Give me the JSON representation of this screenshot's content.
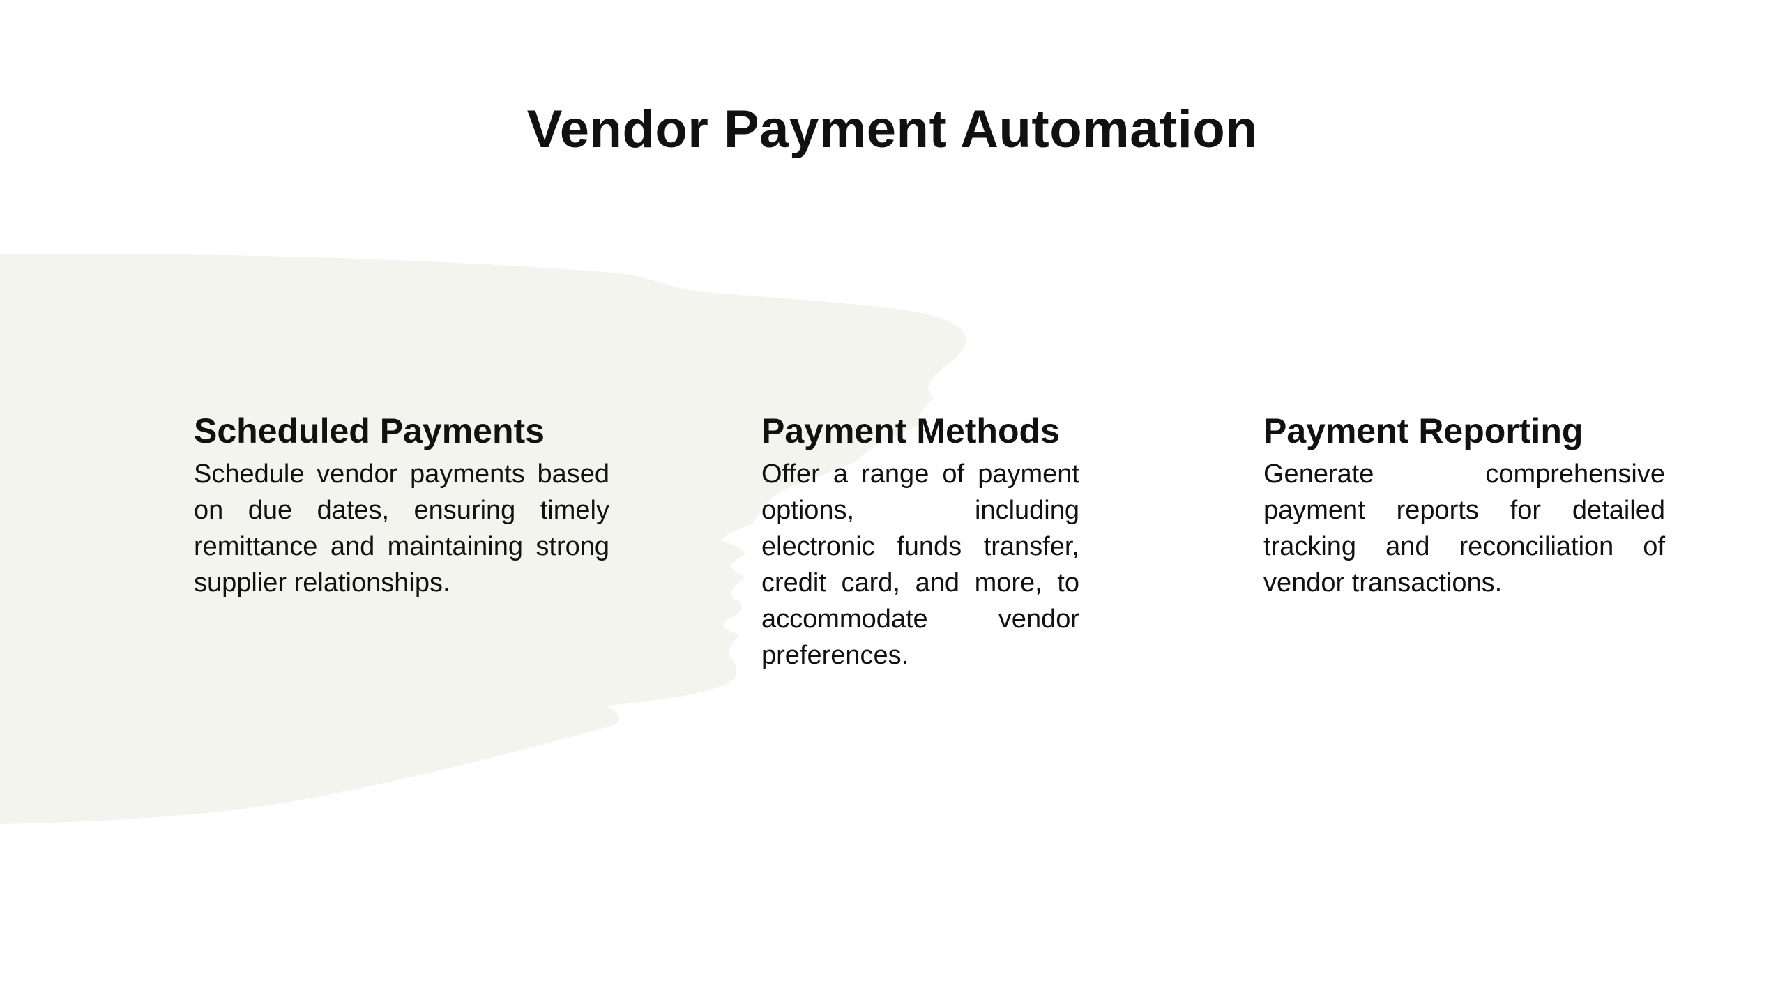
{
  "slide": {
    "title": "Vendor Payment Automation",
    "background_color": "#ffffff",
    "brush_color": "#f4f4ee"
  },
  "columns": [
    {
      "heading": "Scheduled Payments",
      "body": "Schedule vendor payments based on due dates, ensuring timely remittance and maintaining strong supplier relationships."
    },
    {
      "heading": "Payment Methods",
      "body": "Offer a range of payment options, including electronic funds transfer, credit card, and more, to accommodate vendor preferences."
    },
    {
      "heading": "Payment Reporting",
      "body": "Generate comprehensive payment reports for detailed tracking and reconciliation of vendor transactions."
    }
  ]
}
